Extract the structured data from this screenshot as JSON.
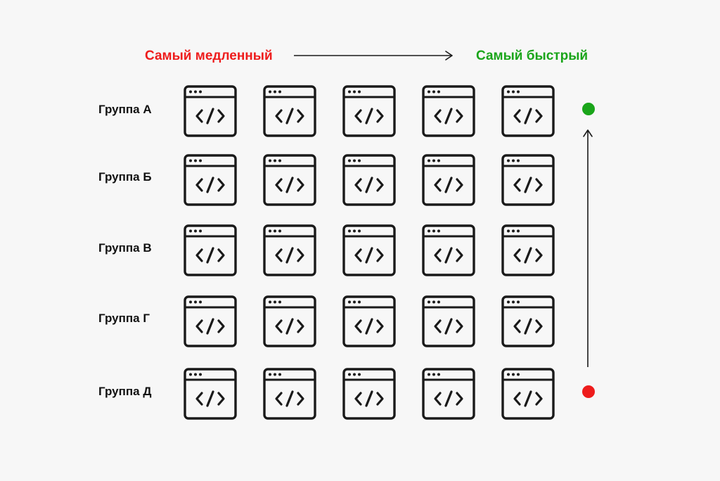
{
  "header": {
    "slowest_label": "Самый медленный",
    "fastest_label": "Самый быстрый"
  },
  "groups": [
    {
      "label": "Группа А"
    },
    {
      "label": "Группа Б"
    },
    {
      "label": "Группа В"
    },
    {
      "label": "Группа Г"
    },
    {
      "label": "Группа Д"
    }
  ],
  "columns_per_group": 5,
  "icon": "code-window-icon",
  "colors": {
    "slow": "#ee1c1c",
    "fast": "#1aa51a",
    "ink": "#1a1a1a",
    "background": "#f7f7f7"
  },
  "indicators": {
    "top": {
      "color": "#1aa51a"
    },
    "bottom": {
      "color": "#ee1c1c"
    }
  }
}
